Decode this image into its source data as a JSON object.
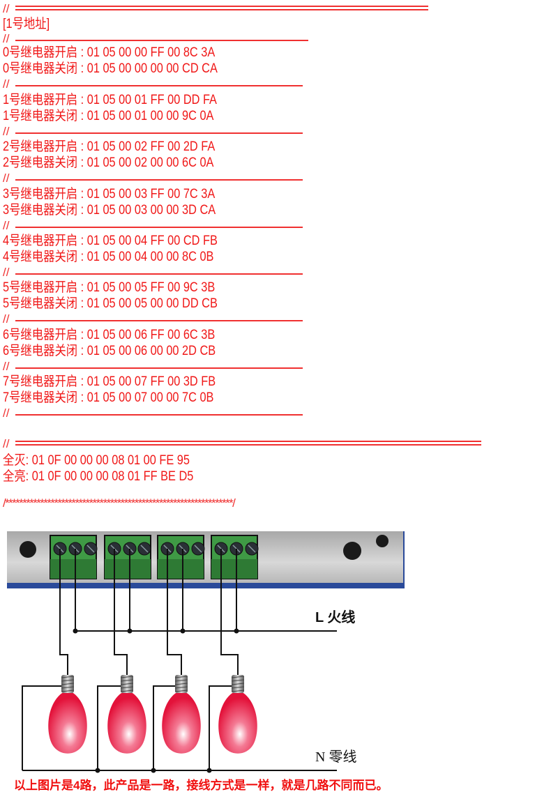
{
  "address_header": "[1号地址]",
  "comment_prefix": "//",
  "relays": [
    {
      "on": "0号继电器开启 : 01 05 00 00 FF 00 8C 3A",
      "off": "0号继电器关闭 : 01 05 00 00 00 00 CD CA"
    },
    {
      "on": "1号继电器开启 : 01 05 00 01 FF 00 DD FA",
      "off": "1号继电器关闭 : 01 05 00 01 00 00 9C 0A"
    },
    {
      "on": "2号继电器开启 : 01 05 00 02 FF 00 2D FA",
      "off": "2号继电器关闭 : 01 05 00 02 00 00 6C 0A"
    },
    {
      "on": "3号继电器开启 : 01 05 00 03 FF 00 7C 3A",
      "off": "3号继电器关闭 : 01 05 00 03 00 00 3D CA"
    },
    {
      "on": "4号继电器开启 : 01 05 00 04 FF 00 CD FB",
      "off": "4号继电器关闭 : 01 05 00 04 00 00 8C 0B"
    },
    {
      "on": "5号继电器开启 : 01 05 00 05 FF 00 9C 3B",
      "off": "5号继电器关闭 : 01 05 00 05 00 00 DD CB"
    },
    {
      "on": "6号继电器开启 : 01 05 00 06 FF 00 6C 3B",
      "off": "6号继电器关闭 : 01 05 00 06 00 00 2D CB"
    },
    {
      "on": "7号继电器开启 : 01 05 00 07 FF 00 3D FB",
      "off": "7号继电器关闭 : 01 05 00 07 00 00 7C 0B"
    }
  ],
  "all_off": "全灭: 01 0F 00 00 00 08 01 00 FE 95",
  "all_on": "全亮: 01 0F 00 00 00 08 01 FF BE D5",
  "stars_line": "/*****************************************************************/",
  "diagram": {
    "live_label": "L 火线",
    "neutral_label": "N 零线",
    "note": "以上图片是4路，此产品是一路，接线方式是一样，就是几路不同而已。"
  },
  "colors": {
    "text": "#f01818",
    "bulb": "#e8143c",
    "terminal": "#3a8a3a",
    "device_stripe": "#2a4a9a"
  }
}
